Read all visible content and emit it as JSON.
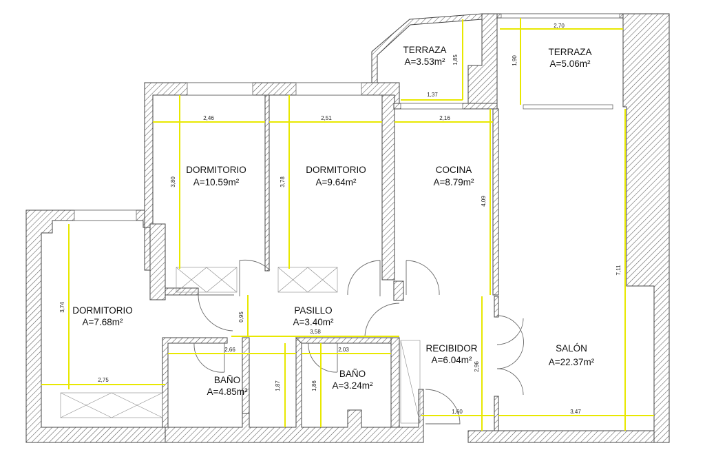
{
  "rooms": [
    {
      "name": "TERRAZA",
      "area": "A=3.53m²"
    },
    {
      "name": "TERRAZA",
      "area": "A=5.06m²"
    },
    {
      "name": "DORMITORIO",
      "area": "A=10.59m²"
    },
    {
      "name": "DORMITORIO",
      "area": "A=9.64m²"
    },
    {
      "name": "COCINA",
      "area": "A=8.79m²"
    },
    {
      "name": "DORMITORIO",
      "area": "A=7.68m²"
    },
    {
      "name": "PASILLO",
      "area": "A=3.40m²"
    },
    {
      "name": "RECIBIDOR",
      "area": "A=6.04m²"
    },
    {
      "name": "SALÓN",
      "area": "A=22.37m²"
    },
    {
      "name": "BAÑO",
      "area": "A=4.85m²"
    },
    {
      "name": "BAÑO",
      "area": "A=3.24m²"
    }
  ],
  "dimensions": [
    "2,70",
    "1,85",
    "1,90",
    "1,37",
    "2,46",
    "2,51",
    "2,16",
    "3,80",
    "3,78",
    "4,09",
    "7,11",
    "3,74",
    "0,95",
    "3,58",
    "2,66",
    "2,03",
    "2,96",
    "2,75",
    "1,87",
    "1,86",
    "1,60",
    "3,47"
  ],
  "colors": {
    "wall": "#444444",
    "dimension_line": "#e8e800",
    "background": "#ffffff"
  }
}
